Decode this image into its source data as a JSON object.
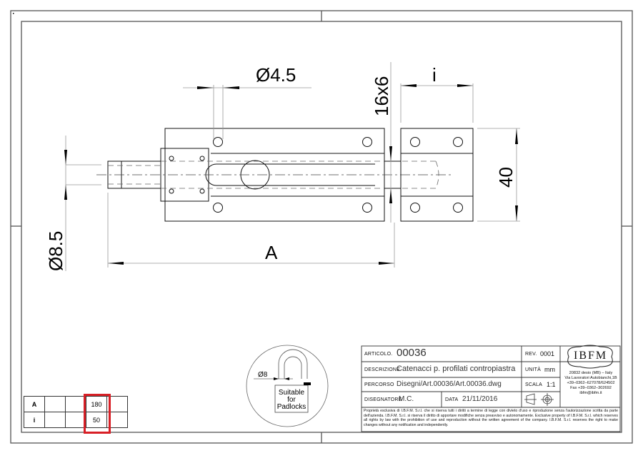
{
  "drawing": {
    "dimensions": {
      "hole_diameter": "Ø4.5",
      "bolt_section": "16x6",
      "keeper_width": "i",
      "keeper_height": "40",
      "pin_diameter": "Ø8.5",
      "overall_length": "A"
    },
    "padlock_note": {
      "shackle_diameter": "Ø8",
      "line1": "Suitable",
      "line2": "for",
      "line3": "Padlocks"
    }
  },
  "variant_table": {
    "rows": [
      {
        "key": "A",
        "c1": "",
        "c2": "",
        "value": "180",
        "c4": ""
      },
      {
        "key": "i",
        "c1": "",
        "c2": "",
        "value": "50",
        "c4": ""
      }
    ],
    "highlight_color": "#d81f26"
  },
  "title_block": {
    "articolo_label": "ARTICOLO.",
    "articolo_value": "00036",
    "rev_label": "REV.",
    "rev_value": "0001",
    "descrizione_label": "DESCRIZIONE",
    "descrizione_value": "Catenacci p. profilati contropiastra",
    "unita_label": "UNITÀ",
    "unita_value": "mm",
    "percorso_label": "PERCORSO",
    "percorso_value": "Disegni/Art.00036/Art.00036.dwg",
    "scala_label": "SCALA",
    "scala_value": "1:1",
    "disegnatore_label": "DISEGNATORE",
    "disegnatore_value": "M.C.",
    "data_label": "DATA",
    "data_value": "21/11/2016",
    "company": {
      "logo": "IBFM",
      "address1": "20832 desio (MB) – Italy",
      "address2": "Via Lavoratori Autobianchi,1B",
      "phone": "+39–0362–627078/624502",
      "fax": "Fax +39–0362–302692",
      "email": "ibfm@ibfm.it"
    },
    "legal": "Proprietà esclusiva di I.B.F.M. S.r.l. che si riserva tutti i diritti a termine di legge con divieto d'uso e riproduzione senza l'autorizzazione scritta da parte dell'azienda. I.B.F.M. S.r.l. si riserva il diritto di apportare modifiche senza preavviso e autonomamente. Exclusive property of I.B.F.M. S.r.l. which reserves all rights by law with the prohibition of use and reproduction without the written agreement of the company. I.B.F.M. S.r.l. reserves the right to make changes without any notification and independently."
  }
}
